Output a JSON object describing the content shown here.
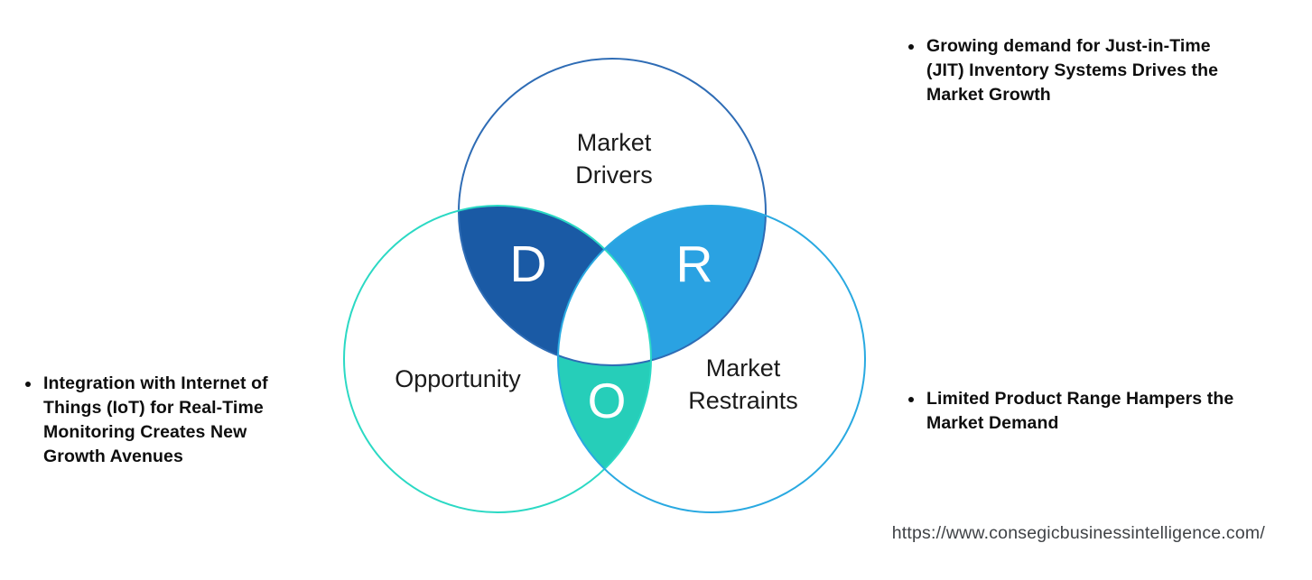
{
  "diagram": {
    "circles": {
      "drivers": {
        "label": "Market\nDrivers",
        "outline_color": "#2e6cb5"
      },
      "opportunity": {
        "label": "Opportunity",
        "outline_color": "#2bd9c4"
      },
      "restraints": {
        "label": "Market\nRestraints",
        "outline_color": "#29a9e1"
      }
    },
    "overlaps": {
      "d": {
        "letter": "D",
        "fill_color": "#1a5aa5"
      },
      "r": {
        "letter": "R",
        "fill_color": "#2aa2e2"
      },
      "o": {
        "letter": "O",
        "fill_color": "#26ceb9"
      }
    },
    "center_color": "#ffffff"
  },
  "notes": {
    "drivers": {
      "text": "Growing demand for Just-in-Time\n(JIT) Inventory Systems Drives the\nMarket Growth"
    },
    "opportunity": {
      "text": "Integration with Internet of\nThings (IoT) for Real-Time\nMonitoring Creates New\nGrowth Avenues"
    },
    "restraints": {
      "text": "Limited Product Range Hampers the\nMarket Demand"
    }
  },
  "footer": {
    "url": "https://www.consegicbusinessintelligence.com/"
  }
}
